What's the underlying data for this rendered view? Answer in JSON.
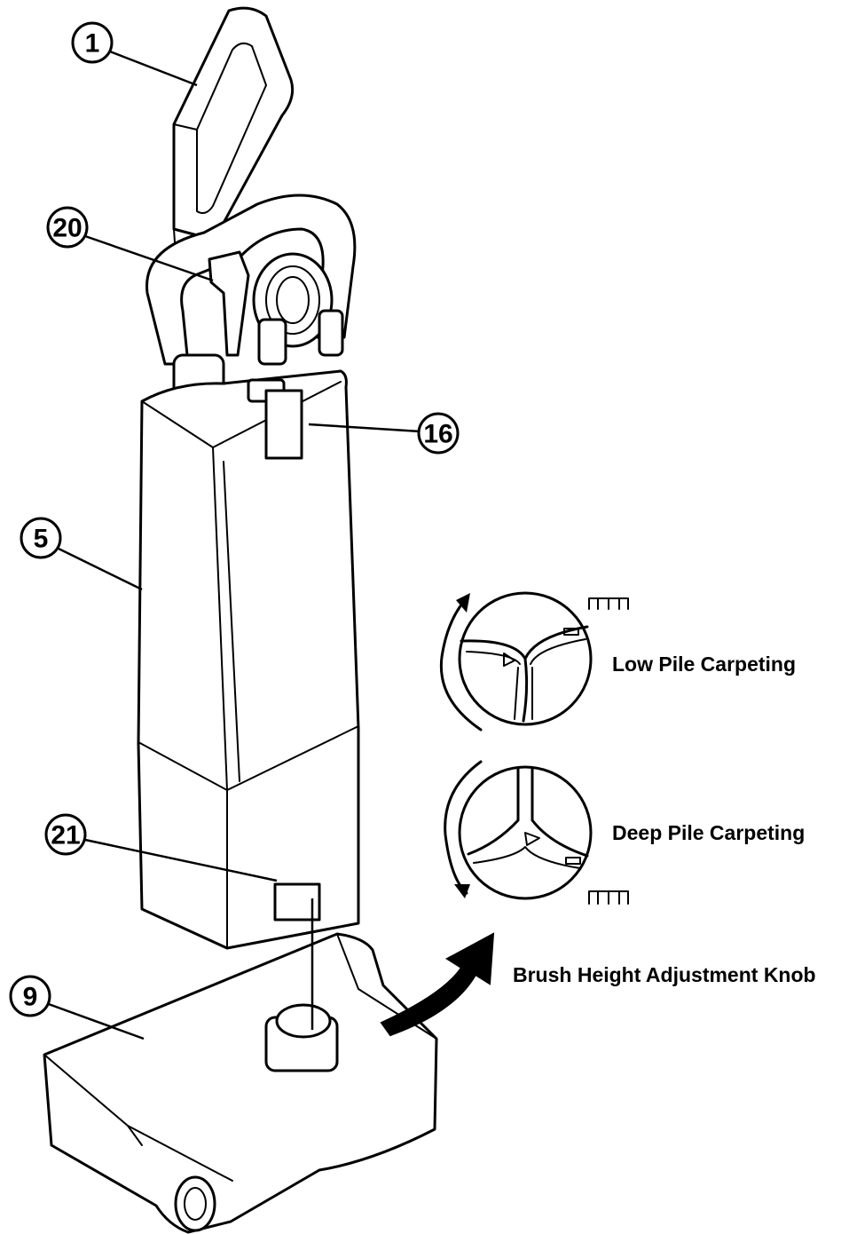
{
  "callouts": {
    "handle": "1",
    "hose_clip": "20",
    "switch_plate": "16",
    "bag_housing": "5",
    "lower_bracket": "21",
    "base": "9"
  },
  "captions": {
    "low_pile": "Low Pile Carpeting",
    "deep_pile": "Deep Pile Carpeting",
    "brush_knob": "Brush Height Adjustment Knob"
  },
  "colors": {
    "line": "#000000",
    "background": "#ffffff"
  }
}
